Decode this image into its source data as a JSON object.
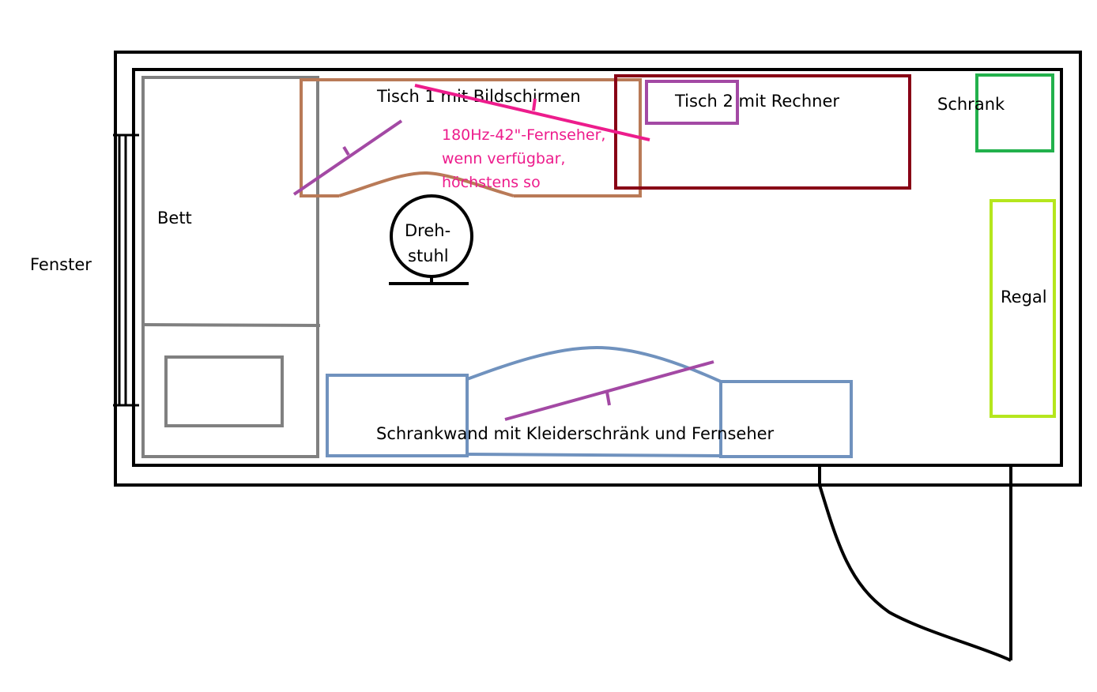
{
  "colors": {
    "wall": "#000000",
    "bed": "#808080",
    "desk1": "#b97a57",
    "desk2": "#880015",
    "monitor": "#a349a4",
    "tv_note": "#ed1c8c",
    "cabinet": "#22b14c",
    "shelf": "#b5e61d",
    "wardrobe": "#7092be",
    "chair": "#000000"
  },
  "labels": {
    "window": "Fenster",
    "bed": "Bett",
    "desk1": "Tisch 1 mit Bildschirmen",
    "desk2": "Tisch 2 mit Rechner",
    "cabinet": "Schrank",
    "shelf": "Regal",
    "chair_line1": "Dreh-",
    "chair_line2": "stuhl",
    "wardrobe_wall": "Schrankwand mit Kleiderschränk und Fernseher",
    "tv_note_line1": "180Hz-42\"-Fernseher,",
    "tv_note_line2": "wenn verfügbar,",
    "tv_note_line3": "höchstens so"
  }
}
